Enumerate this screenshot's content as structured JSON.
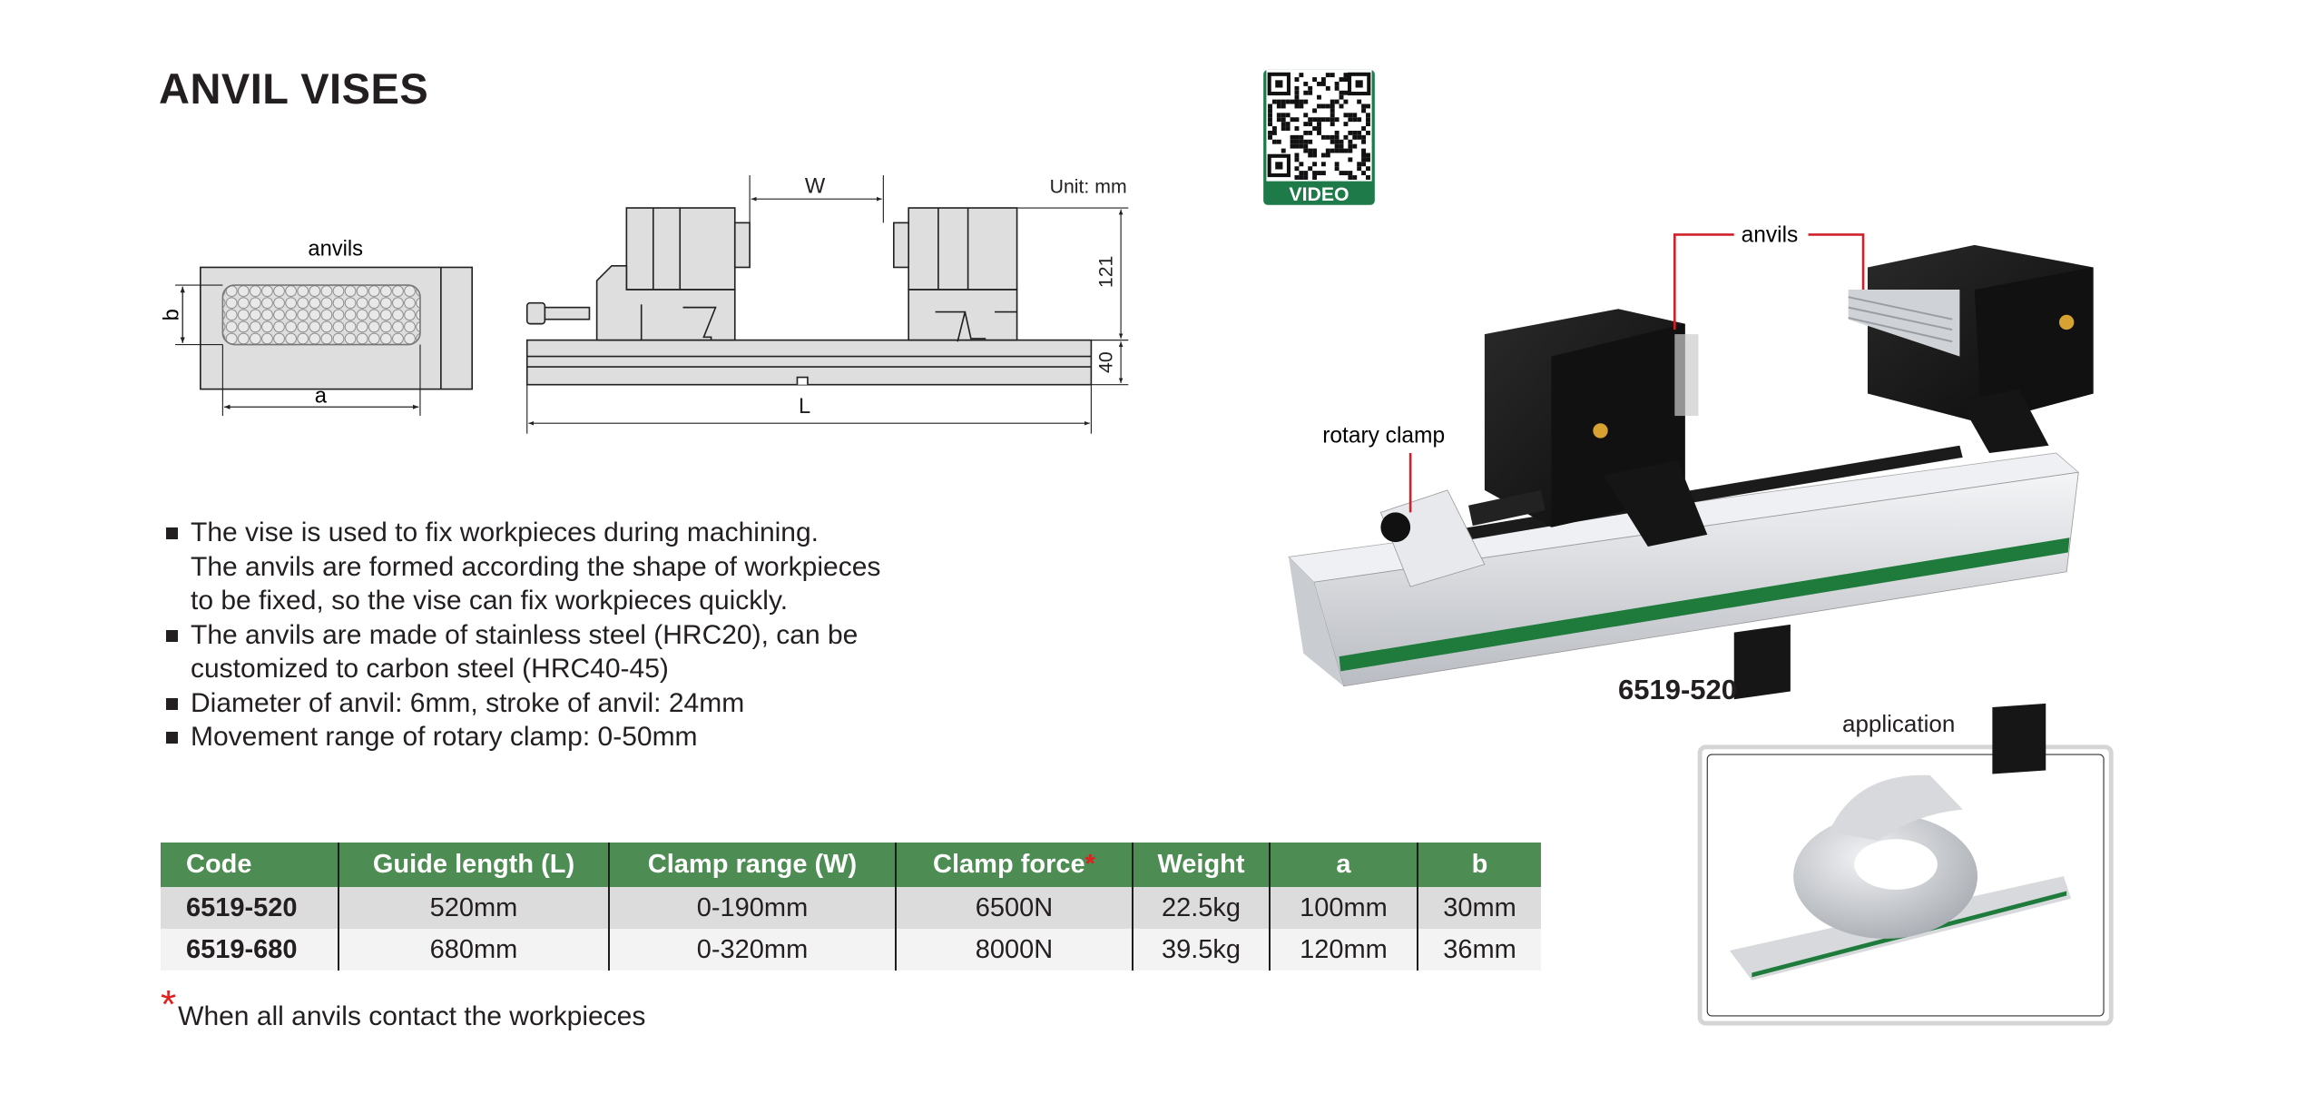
{
  "title": "ANVIL VISES",
  "diagram": {
    "anvils_label": "anvils",
    "dim_a": "a",
    "dim_b": "b",
    "dim_w": "W",
    "dim_l": "L",
    "dim_height": "121",
    "dim_base": "40",
    "unit": "Unit: mm"
  },
  "qr": {
    "label": "VIDEO",
    "color": "#1f7a4a"
  },
  "product": {
    "anvils_label": "anvils",
    "rotary_clamp_label": "rotary clamp",
    "model": "6519-520",
    "leader_color": "#d0202a"
  },
  "application": {
    "label": "application"
  },
  "bullets": [
    [
      "The vise is used to fix workpieces during machining.",
      "The anvils are formed according the shape of workpieces",
      "to be fixed, so the vise can fix workpieces quickly."
    ],
    [
      "The anvils are made of stainless steel (HRC20), can be",
      "customized to carbon steel (HRC40-45)"
    ],
    [
      "Diameter of anvil: 6mm, stroke of anvil: 24mm"
    ],
    [
      "Movement range of rotary clamp: 0-50mm"
    ]
  ],
  "table": {
    "header_color": "#4d8c52",
    "headers": [
      "Code",
      "Guide length (L)",
      "Clamp range (W)",
      "Clamp force",
      "Weight",
      "a",
      "b"
    ],
    "header_star": "*",
    "rows": [
      [
        "6519-520",
        "520mm",
        "0-190mm",
        "6500N",
        "22.5kg",
        "100mm",
        "30mm"
      ],
      [
        "6519-680",
        "680mm",
        "0-320mm",
        "8000N",
        "39.5kg",
        "120mm",
        "36mm"
      ]
    ]
  },
  "footnote": {
    "star": "*",
    "text": "When all anvils contact the workpieces"
  }
}
